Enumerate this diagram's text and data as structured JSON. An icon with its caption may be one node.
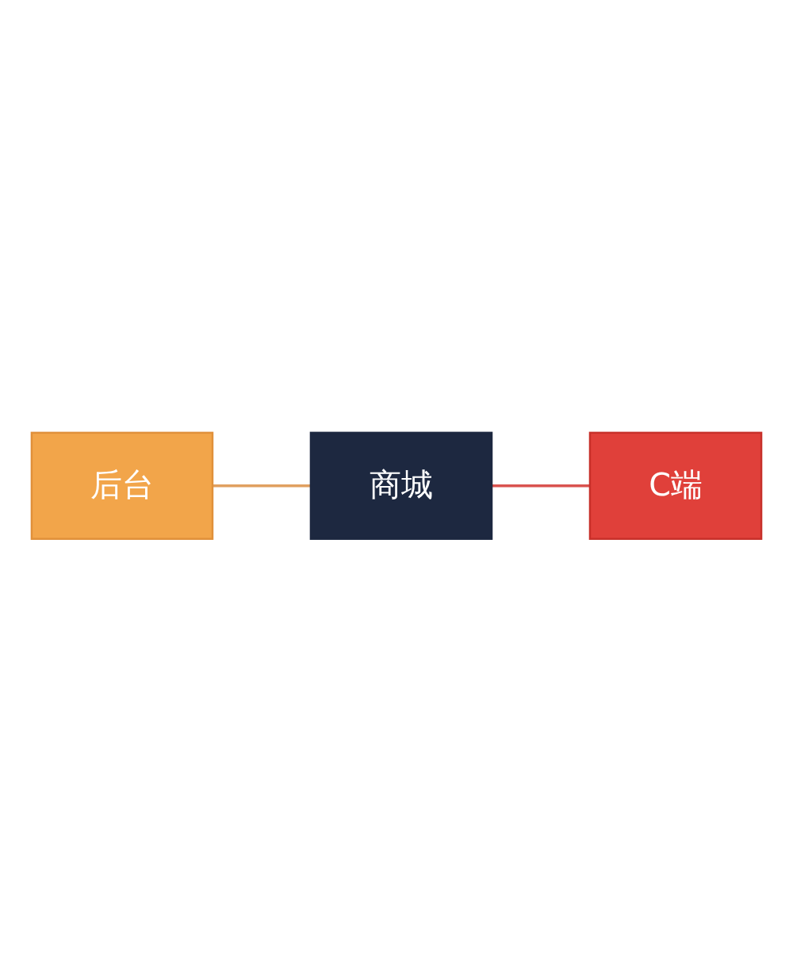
{
  "diagram": {
    "nodes": [
      {
        "text": [
          "商城"
        ]
      },
      {
        "text": [
          "C端"
        ]
      },
      {
        "text": [
          "后台"
        ]
      }
    ],
    "edges": [
      {
        "from": 0,
        "to": 1,
        "arrow": "none",
        "color": "#d9534f"
      },
      {
        "from": 0,
        "to": 2,
        "arrow": "none",
        "color": "#e0a060"
      }
    ]
  }
}
